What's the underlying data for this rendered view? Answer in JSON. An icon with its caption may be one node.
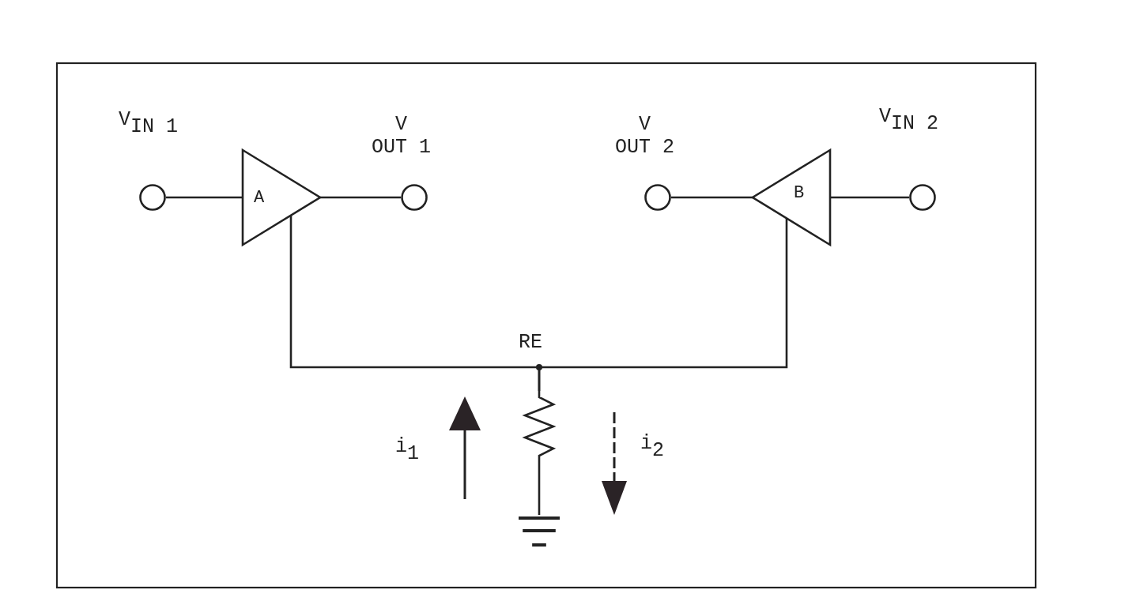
{
  "diagram": {
    "nodes": [
      {
        "text": [],
        "shape": "circle",
        "beside": [
          "V$_{IN 1}$"
        ]
      },
      {
        "text": [
          "A"
        ]
      },
      {
        "text": [],
        "shape": "circle",
        "beside": [
          "V OUT 1"
        ]
      },
      {
        "text": [],
        "shape": "circle",
        "beside": [
          "V OUT 2"
        ]
      },
      {
        "text": [
          "B"
        ]
      },
      {
        "text": [],
        "shape": "circle",
        "beside": [
          "V$_{IN 2}$"
        ]
      },
      {
        "text": [],
        "shape": "resistor",
        "beside": [
          "RE"
        ]
      },
      {
        "text": [],
        "shape": "ground"
      }
    ],
    "edges": [
      {
        "from": 0,
        "to": 1,
        "arrow": "none"
      },
      {
        "from": 1,
        "to": 2,
        "arrow": "none"
      },
      {
        "from": 3,
        "to": 4,
        "arrow": "none"
      },
      {
        "from": 4,
        "to": 5,
        "arrow": "none"
      },
      {
        "from": 1,
        "to": 6,
        "arrow": "none"
      },
      {
        "from": 4,
        "to": 6,
        "arrow": "none"
      },
      {
        "from": 6,
        "to": 7,
        "arrow": "none"
      }
    ],
    "labels": [
      "i$_{1}$",
      "i$_{2}$"
    ]
  }
}
